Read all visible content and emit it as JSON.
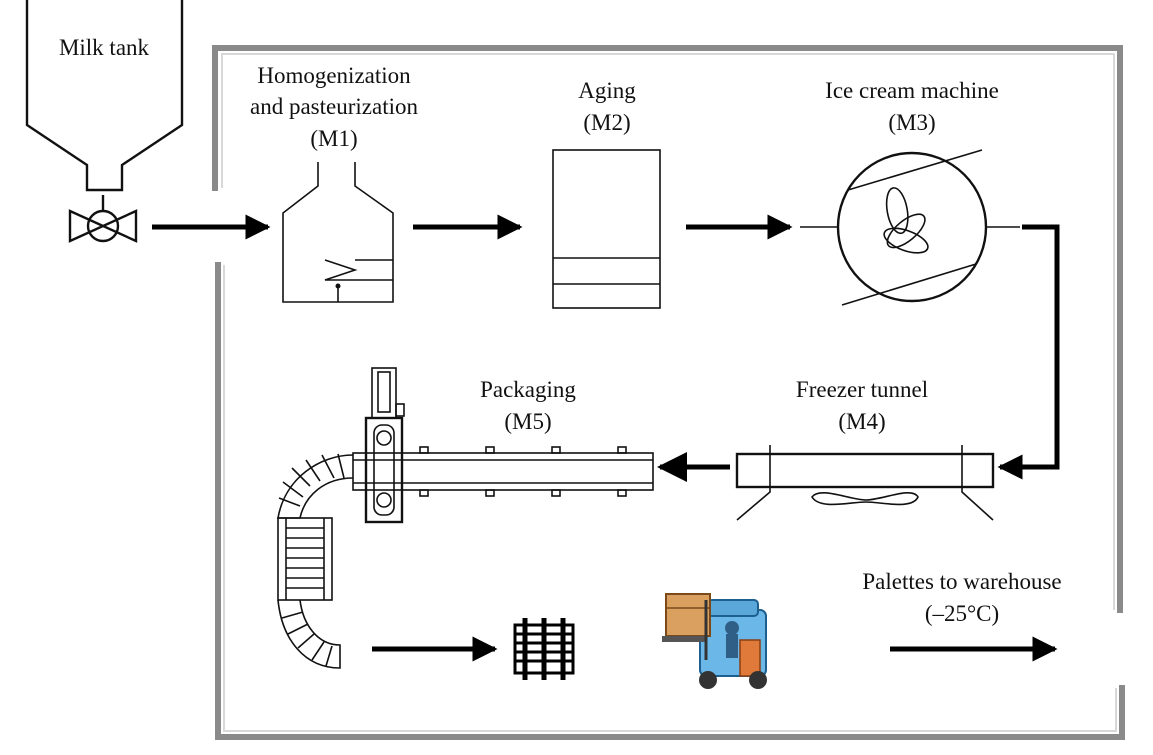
{
  "labels": {
    "milk_tank": "Milk tank",
    "m1_line1": "Homogenization",
    "m1_line2": "and pasteurization",
    "m1_code": "(M1)",
    "m2_name": "Aging",
    "m2_code": "(M2)",
    "m3_name": "Ice cream machine",
    "m3_code": "(M3)",
    "m4_name": "Freezer tunnel",
    "m4_code": "(M4)",
    "m5_name": "Packaging",
    "m5_code": "(M5)",
    "out_line1": "Palettes to warehouse",
    "out_line2": "(–25°C)"
  },
  "icons": {
    "valve": "valve-icon",
    "forklift": "forklift-icon",
    "pallet": "pallet-icon",
    "fan": "fan-icon"
  }
}
